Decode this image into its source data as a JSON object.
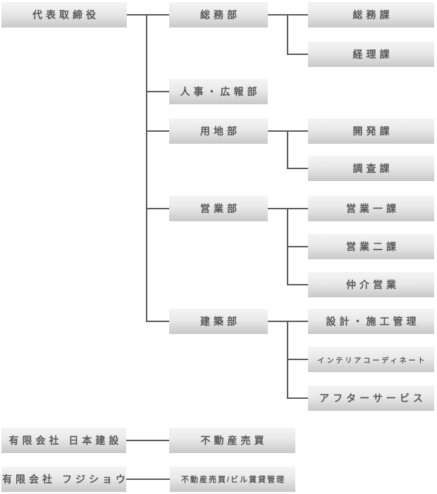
{
  "colors": {
    "background": "#ffffff",
    "box_gradient_top": "#f4f4f4",
    "box_gradient_bottom": "#c8c8c8",
    "label_text": "#595959",
    "connector_line": "#5a5a5a"
  },
  "org_chart": {
    "nodes": [
      {
        "id": "ceo",
        "label": "代表取締役"
      },
      {
        "id": "soumubu",
        "label": "総務部"
      },
      {
        "id": "soumuka",
        "label": "総務課"
      },
      {
        "id": "keirika",
        "label": "経理課"
      },
      {
        "id": "jinji",
        "label": "人事・広報部"
      },
      {
        "id": "youchibu",
        "label": "用地部"
      },
      {
        "id": "kaihatsuka",
        "label": "開発課"
      },
      {
        "id": "chousaka",
        "label": "調査課"
      },
      {
        "id": "eigyoubu",
        "label": "営業部"
      },
      {
        "id": "eigyou1",
        "label": "営業一課"
      },
      {
        "id": "eigyou2",
        "label": "営業二課"
      },
      {
        "id": "chuukai",
        "label": "仲介営業"
      },
      {
        "id": "kenchikubu",
        "label": "建築部"
      },
      {
        "id": "sekkei",
        "label": "設計・施工管理"
      },
      {
        "id": "interior",
        "label": "インテリアコーディネート"
      },
      {
        "id": "after",
        "label": "アフターサービス"
      },
      {
        "id": "nihon",
        "label": "有限会社 日本建設"
      },
      {
        "id": "fudousan",
        "label": "不動産売買"
      },
      {
        "id": "fujishou",
        "label": "有限会社 フジショウ"
      },
      {
        "id": "fudousan2",
        "label": "不動産売買/ビル賃貸管理"
      }
    ],
    "edges": [
      {
        "from": "ceo",
        "to": [
          "soumubu",
          "jinji",
          "youchibu",
          "eigyoubu",
          "kenchikubu"
        ]
      },
      {
        "from": "soumubu",
        "to": [
          "soumuka",
          "keirika"
        ]
      },
      {
        "from": "youchibu",
        "to": [
          "kaihatsuka",
          "chousaka"
        ]
      },
      {
        "from": "eigyoubu",
        "to": [
          "eigyou1",
          "eigyou2",
          "chuukai"
        ]
      },
      {
        "from": "kenchikubu",
        "to": [
          "sekkei",
          "interior",
          "after"
        ]
      },
      {
        "from": "nihon",
        "to": [
          "fudousan"
        ]
      },
      {
        "from": "fujishou",
        "to": [
          "fudousan2"
        ]
      }
    ]
  }
}
